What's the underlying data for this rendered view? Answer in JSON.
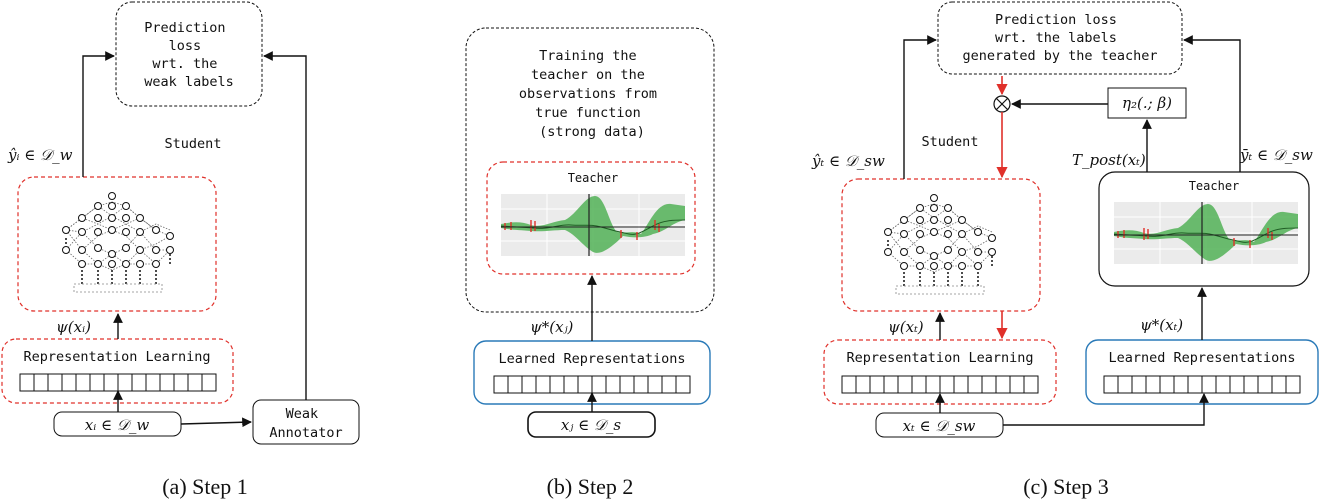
{
  "panel_a": {
    "prediction_box": [
      "Prediction",
      "loss",
      "wrt. the",
      "weak labels"
    ],
    "student_label": "Student",
    "yhat_label": "ŷᵢ ∈ 𝒟_w",
    "psi_label": "ψ(xᵢ)",
    "representation_label": "Representation Learning",
    "input_label": "xᵢ ∈ 𝒟_w",
    "annotator_box": [
      "Weak",
      "Annotator"
    ],
    "caption": "(a) Step 1"
  },
  "panel_b": {
    "training_box": [
      "Training the",
      "teacher on the",
      "observations from",
      "true function",
      "(strong data)"
    ],
    "teacher_label": "Teacher",
    "psi_star_label": "ψ*(xⱼ)",
    "representation_label": "Learned Representations",
    "input_label": "xⱼ ∈ 𝒟_s",
    "caption": "(b) Step 2"
  },
  "panel_c": {
    "prediction_box": [
      "Prediction loss",
      "wrt. the labels",
      "generated by the teacher"
    ],
    "eta_label": "η₂(.; β)",
    "student_label": "Student",
    "yhat_label": "ŷₜ ∈ 𝒟_sw",
    "tpost_label": "T_post(xₜ)",
    "ybar_label": "ȳₜ ∈ 𝒟_sw",
    "teacher_label": "Teacher",
    "psi_label": "ψ(xₜ)",
    "psi_star_label": "ψ*(xₜ)",
    "representation_label": "Representation Learning",
    "learned_representation_label": "Learned Representations",
    "input_label": "xₜ ∈ 𝒟_sw",
    "caption": "(c) Step 3"
  },
  "colors": {
    "red_dash": "#e0302a",
    "blue_box": "#2a7ab8",
    "green_fill": "#4caf50",
    "plot_bg": "#ebebeb"
  }
}
